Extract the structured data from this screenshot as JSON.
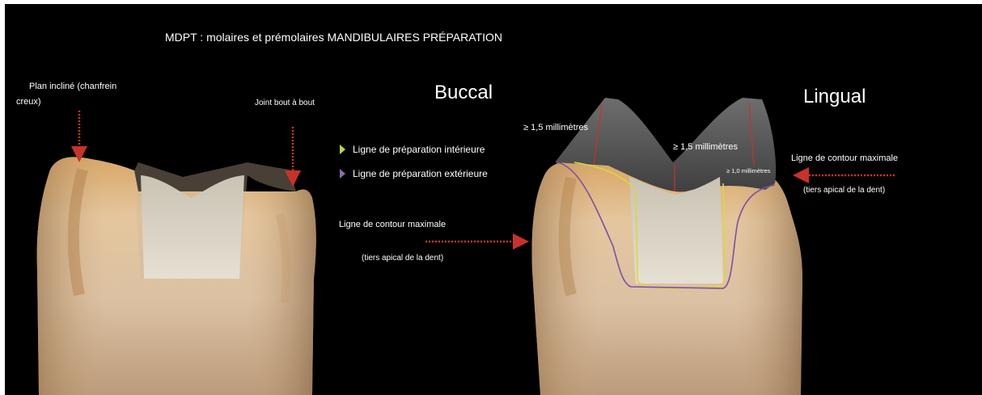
{
  "title": "MDPT : molaires et prémolaires MANDIBULAIRES PRÉPARATION",
  "buccal": {
    "heading": "Buccal",
    "plan_incline": "Plan incliné (chanfrein",
    "plan_incline_2": "creux)",
    "joint": "Joint bout à bout"
  },
  "legend": {
    "inner": "Ligne de préparation intérieure",
    "outer": "Ligne de préparation extérieure",
    "inner_color": "#b5d64a",
    "outer_color": "#8a6aa8"
  },
  "contour_middle": {
    "line1": "Ligne de contour maximale",
    "line2": "(tiers apical de la dent)"
  },
  "lingual": {
    "heading": "Lingual",
    "dim_left": "≥ 1,5 millimètres",
    "dim_center": "≥ 1,5 millimètres",
    "dim_small": "≥ 1,0 millimètres",
    "contour_line1": "Ligne de contour maximale",
    "contour_line2": "(tiers apical de la dent)"
  },
  "colors": {
    "arrow": "#c8322a",
    "background": "#000000"
  }
}
